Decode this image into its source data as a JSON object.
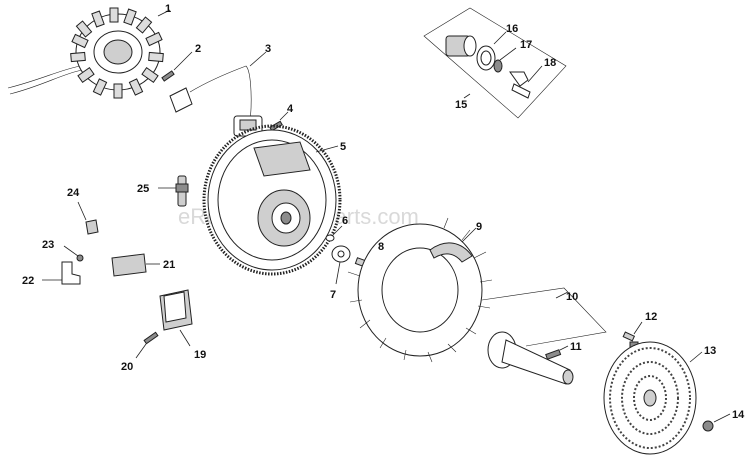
{
  "watermark": "eReplacementParts.com",
  "callouts": {
    "c1": "1",
    "c2": "2",
    "c3": "3",
    "c4": "4",
    "c5": "5",
    "c6": "6",
    "c7": "7",
    "c8": "8",
    "c9": "9",
    "c10": "10",
    "c11": "11",
    "c12": "12",
    "c13": "13",
    "c14": "14",
    "c15": "15",
    "c16": "16",
    "c17": "17",
    "c18": "18",
    "c19": "19",
    "c20": "20",
    "c21": "21",
    "c22": "22",
    "c23": "23",
    "c24": "24",
    "c25": "25"
  },
  "colors": {
    "line": "#222222",
    "watermark": "#d9d9d9",
    "shade": "#cfcfcf"
  }
}
